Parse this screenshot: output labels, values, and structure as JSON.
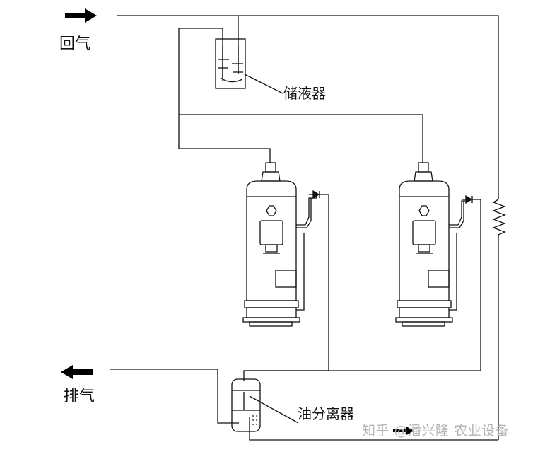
{
  "labels": {
    "return_gas": "回气",
    "discharge_gas": "排气",
    "liquid_receiver": "储液器",
    "oil_separator": "油分离器"
  },
  "watermark": {
    "text": "知乎 @潘兴隆 农业设备"
  },
  "colors": {
    "line": "#111111",
    "arrow": "#000000",
    "watermark": "#b4b4b4"
  }
}
